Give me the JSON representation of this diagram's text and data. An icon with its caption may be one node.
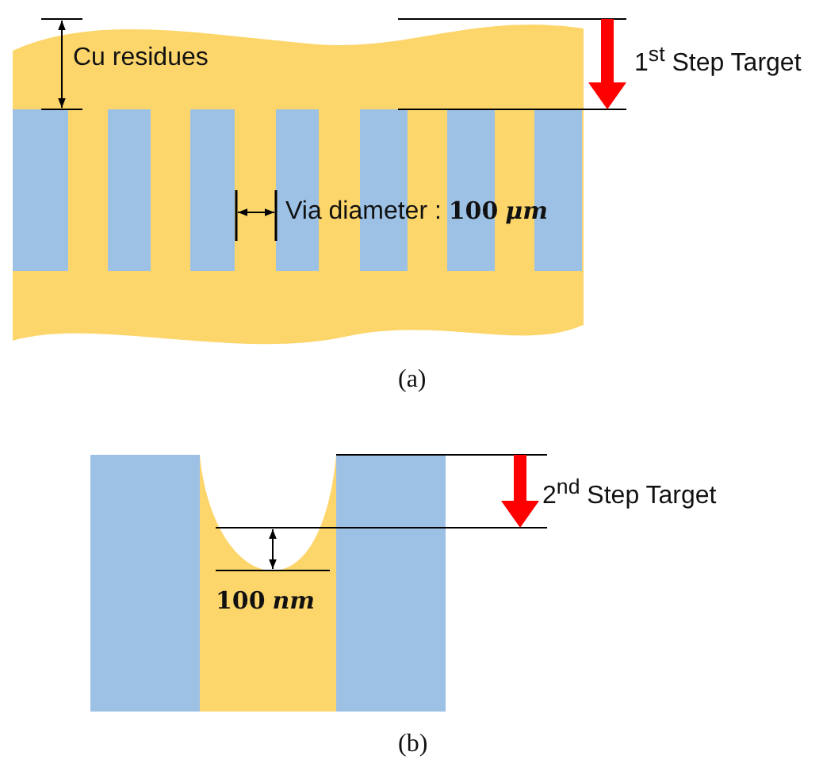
{
  "diagram": {
    "labels": [
      "Cu residues",
      "1$^{st}$ Step Target",
      "Via diameter : **100** *μm*",
      "(a)",
      "2$^{nd}$ Step Target",
      "**100** *nm*",
      "(b)"
    ]
  }
}
